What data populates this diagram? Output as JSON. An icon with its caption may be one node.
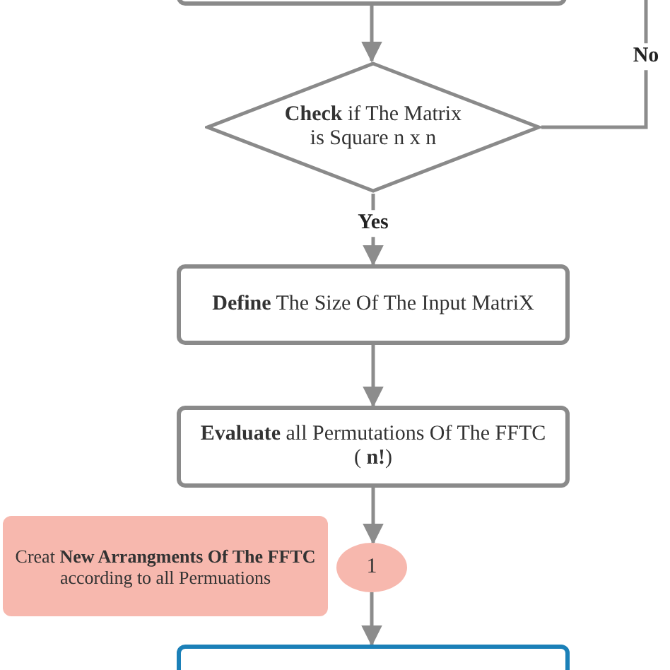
{
  "diagram": {
    "nodes": [
      {
        "text": [],
        "shape": "box"
      },
      {
        "text": [
          "**Check** if The Matrix is Square n x n"
        ]
      },
      {
        "text": [
          "**Define** The Size Of The Input MatriX"
        ]
      },
      {
        "text": [
          "**Evaluate** all Permutations Of The FFTC ( **n!**)"
        ]
      },
      {
        "text": [
          "Creat **New Arrangments Of The FFTC** according to all Permuations"
        ]
      },
      {
        "text": [
          "1"
        ]
      },
      {
        "text": [],
        "shape": "box"
      }
    ],
    "edges": [
      {
        "from": 0,
        "to": 1,
        "arrow": "to"
      },
      {
        "from": 1,
        "to": 2,
        "arrow": "to",
        "label": "Yes"
      },
      {
        "from": 2,
        "to": 3,
        "arrow": "to"
      },
      {
        "from": 3,
        "to": 5,
        "arrow": "to"
      },
      {
        "from": 5,
        "to": 6,
        "arrow": "to"
      },
      {
        "from": 1,
        "to": null,
        "arrow": "none",
        "label": "No"
      }
    ]
  }
}
